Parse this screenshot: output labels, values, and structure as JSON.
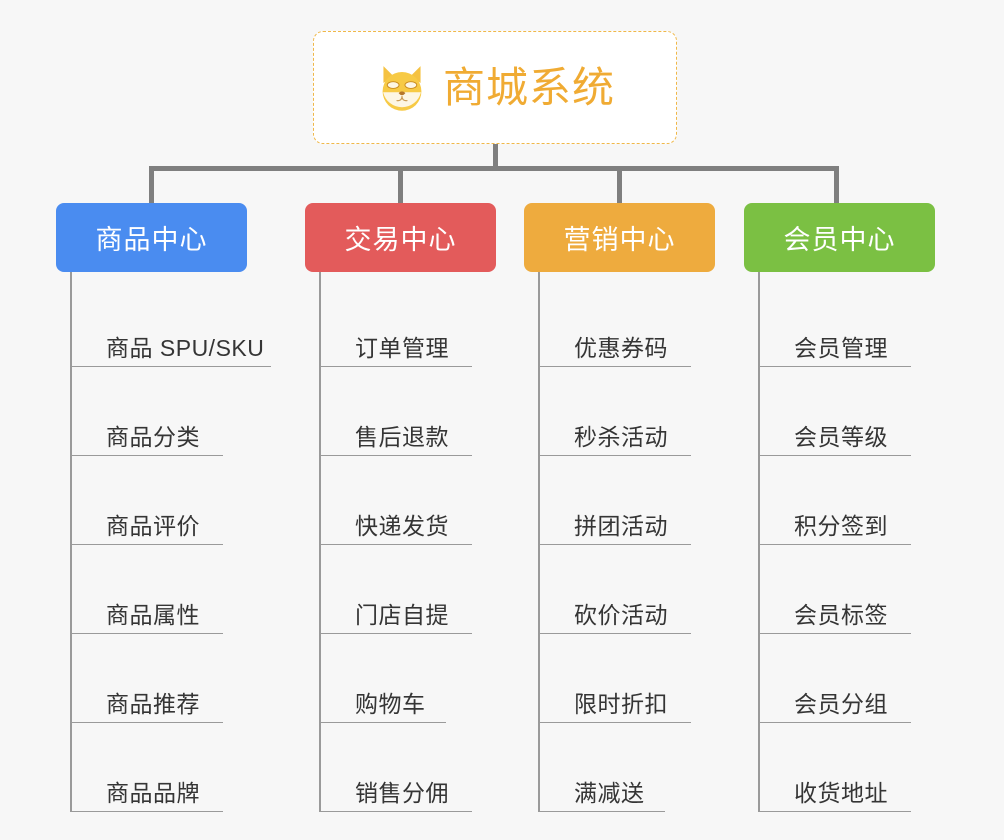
{
  "diagram": {
    "type": "tree-mindmap",
    "root": {
      "title": "商城系统",
      "icon": "shiba-dog-icon",
      "accent_color": "#f0ab33",
      "border_color": "#f0b849"
    },
    "line_color": "#7f7f7f",
    "background_color": "#f7f7f7",
    "branches": [
      {
        "label": "商品中心",
        "color": "#4a8cf0",
        "items": [
          {
            "label": "商品 SPU/SKU",
            "rule": "w-wide"
          },
          {
            "label": "商品分类",
            "rule": "w-norm"
          },
          {
            "label": "商品评价",
            "rule": "w-norm"
          },
          {
            "label": "商品属性",
            "rule": "w-norm"
          },
          {
            "label": "商品推荐",
            "rule": "w-norm"
          },
          {
            "label": "商品品牌",
            "rule": "w-norm"
          }
        ]
      },
      {
        "label": "交易中心",
        "color": "#e35b5b",
        "items": [
          {
            "label": "订单管理",
            "rule": "w-norm"
          },
          {
            "label": "售后退款",
            "rule": "w-norm"
          },
          {
            "label": "快递发货",
            "rule": "w-norm"
          },
          {
            "label": "门店自提",
            "rule": "w-norm"
          },
          {
            "label": "购物车",
            "rule": "w-short"
          },
          {
            "label": "销售分佣",
            "rule": "w-norm"
          }
        ]
      },
      {
        "label": "营销中心",
        "color": "#eeab3e",
        "items": [
          {
            "label": "优惠券码",
            "rule": "w-norm"
          },
          {
            "label": "秒杀活动",
            "rule": "w-norm"
          },
          {
            "label": "拼团活动",
            "rule": "w-norm"
          },
          {
            "label": "砍价活动",
            "rule": "w-norm"
          },
          {
            "label": "限时折扣",
            "rule": "w-norm"
          },
          {
            "label": "满减送",
            "rule": "w-short"
          }
        ]
      },
      {
        "label": "会员中心",
        "color": "#7bc043",
        "items": [
          {
            "label": "会员管理",
            "rule": "w-norm"
          },
          {
            "label": "会员等级",
            "rule": "w-norm"
          },
          {
            "label": "积分签到",
            "rule": "w-norm"
          },
          {
            "label": "会员标签",
            "rule": "w-norm"
          },
          {
            "label": "会员分组",
            "rule": "w-norm"
          },
          {
            "label": "收货地址",
            "rule": "w-norm"
          }
        ]
      }
    ]
  }
}
